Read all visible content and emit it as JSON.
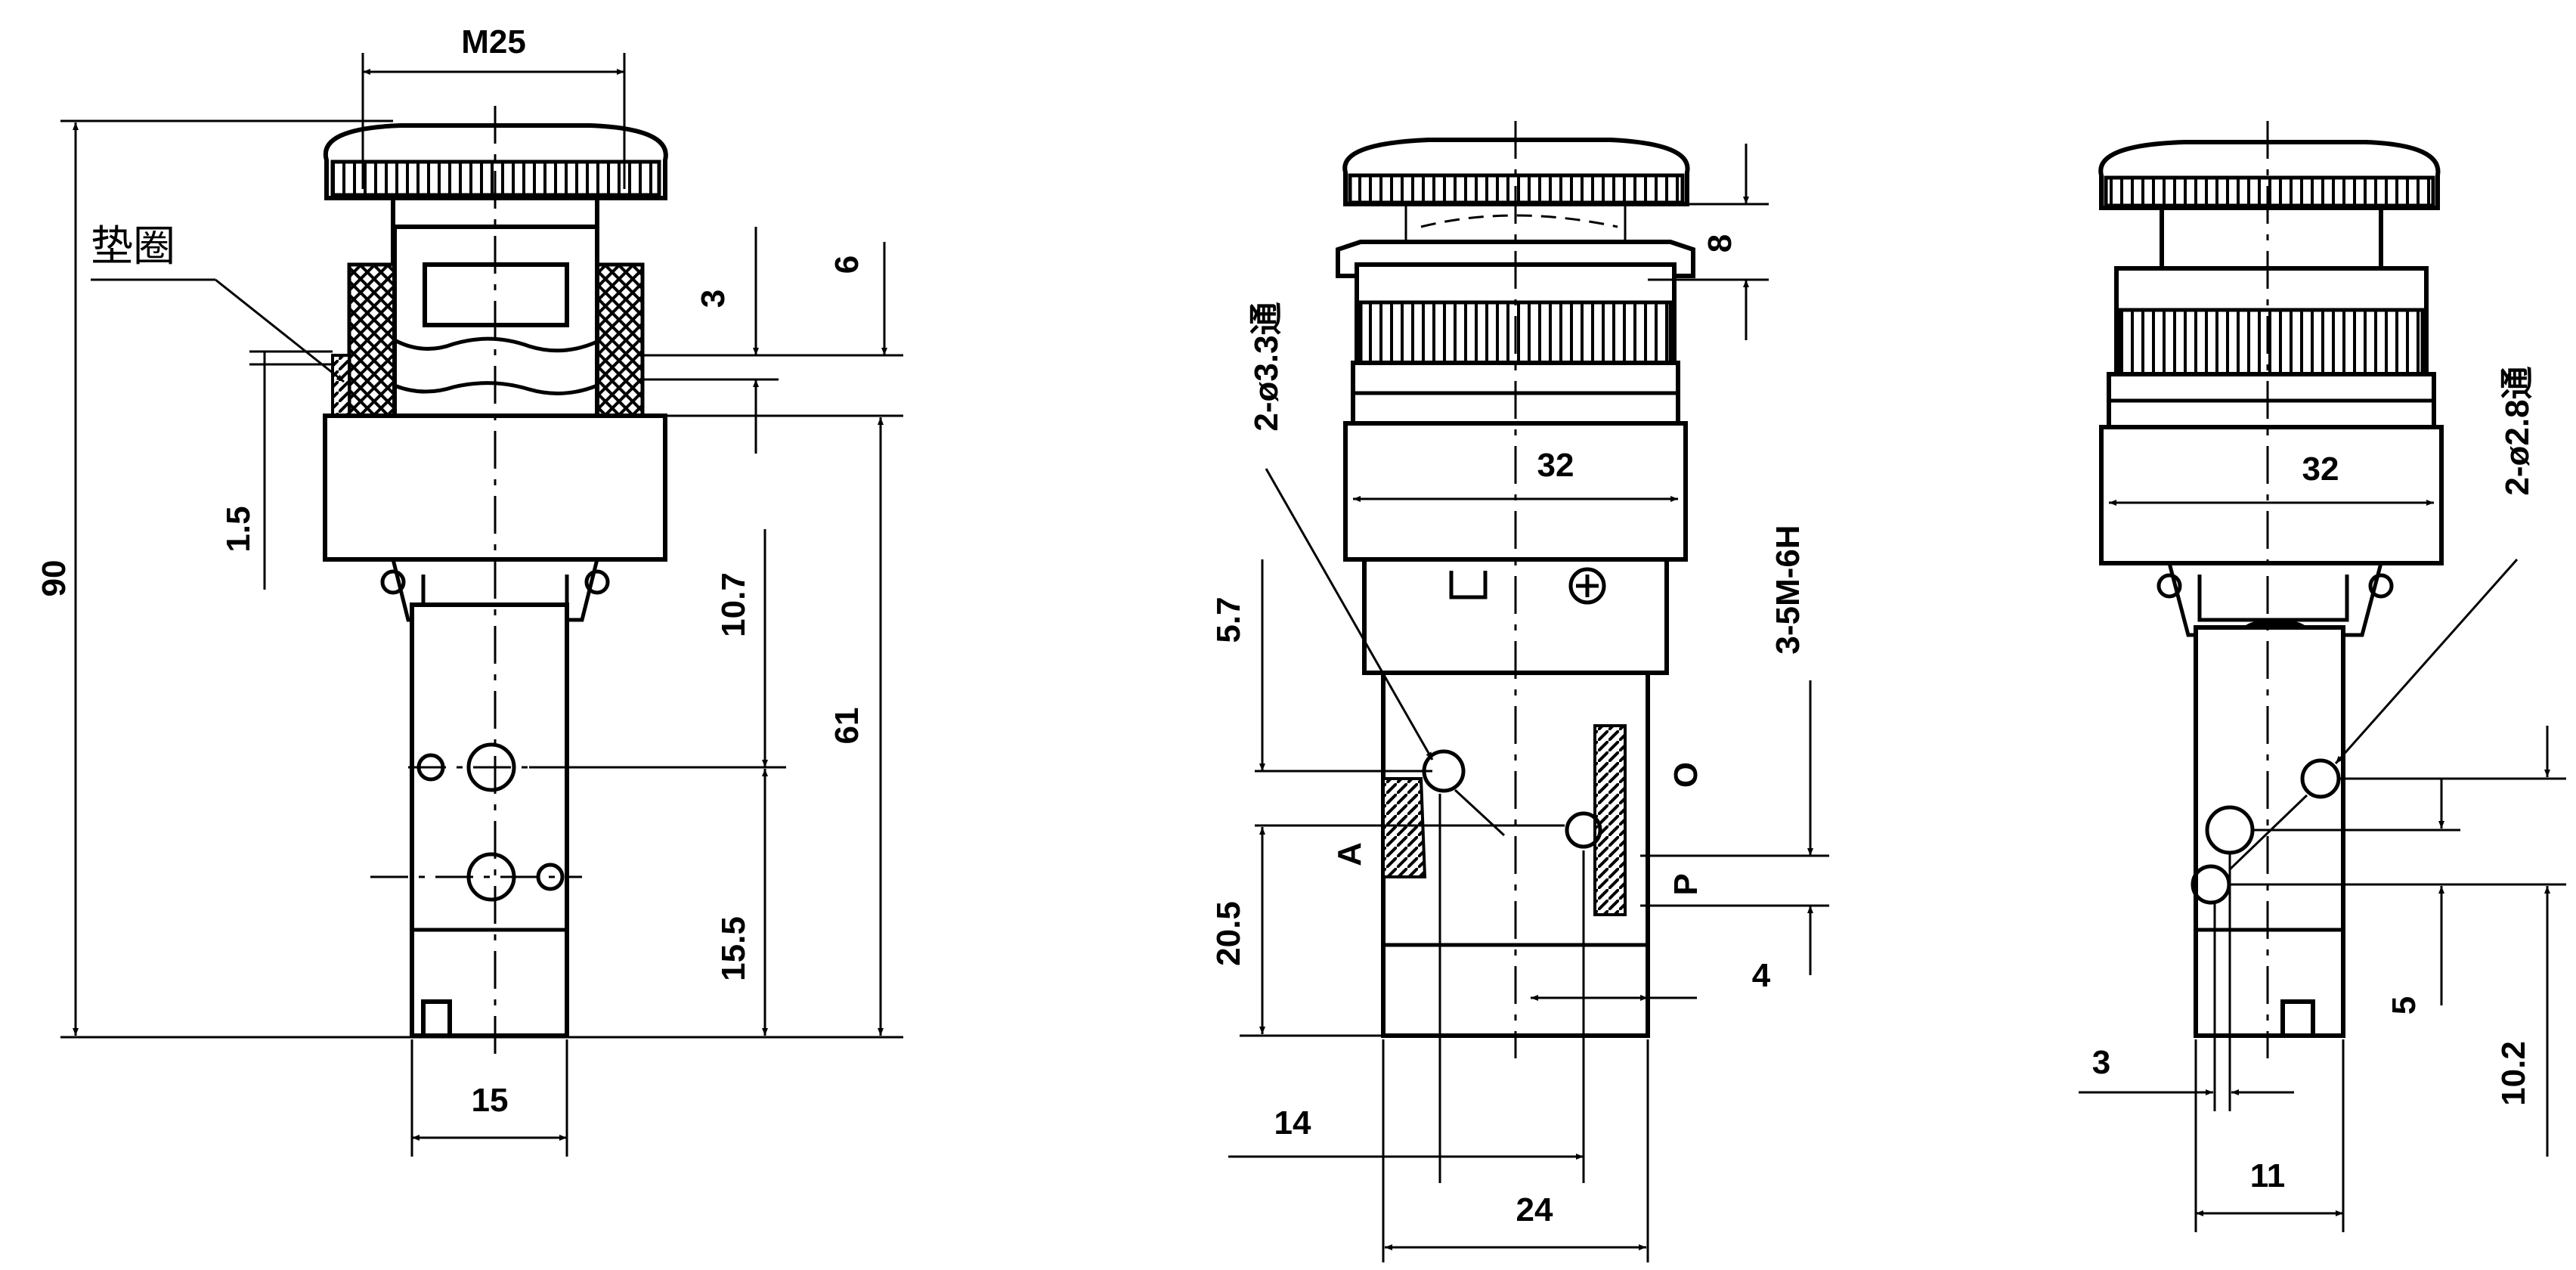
{
  "views": {
    "front": {
      "dims": {
        "thread": "M25",
        "overall_height": "90",
        "washer_offset": "1.5",
        "seal_gap": "3",
        "cap_height": "6",
        "upper_port": "10.7",
        "body_height": "61",
        "lower_port": "15.5",
        "width": "15"
      },
      "washer_label": "垫圈"
    },
    "side": {
      "dims": {
        "button_travel": "8",
        "mount_holes": "2-ø3.3通",
        "diameter": "32",
        "ports": "3-5M-6H",
        "port_a_offset": "5.7",
        "port_a_height": "20.5",
        "port_p_offset": "4",
        "half_width": "14",
        "width": "24"
      },
      "ports": {
        "exhaust": "O",
        "outlet": "A",
        "inlet": "P"
      }
    },
    "rear": {
      "dims": {
        "mount_holes": "2-ø2.8通",
        "diameter": "32",
        "hole_offset": "5",
        "hole_height": "10.2",
        "edge_offset": "3",
        "width": "11"
      }
    }
  }
}
